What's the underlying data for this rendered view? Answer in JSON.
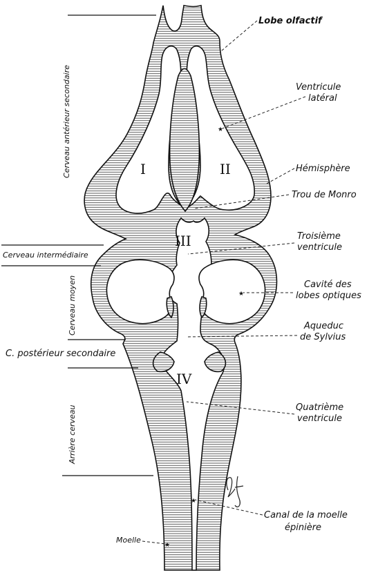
{
  "figure": {
    "labels": {
      "lobe_olfactif": "Lobe olfactif",
      "ventricule_lateral_1": "Ventricule",
      "ventricule_lateral_2": "latéral",
      "hemisphere": "Hémisphère",
      "trou_de_monro": "Trou de Monro",
      "troisieme_ventricule_1": "Troisième",
      "troisieme_ventricule_2": "ventricule",
      "cavite_lobes_optiques_1": "Cavité des",
      "cavite_lobes_optiques_2": "lobes optiques",
      "aqueduc_1": "Aqueduc",
      "aqueduc_2": "de Sylvius",
      "quatrieme_ventricule_1": "Quatrième",
      "quatrieme_ventricule_2": "ventricule",
      "canal_moelle_1": "Canal de la moelle",
      "canal_moelle_2": "épinière",
      "moelle": "Moelle"
    },
    "roman_numerals": {
      "I": "I",
      "II": "II",
      "III": "III",
      "IV": "IV"
    },
    "regions": {
      "cerveau_anterieur": "Cerveau antérieur secondaire",
      "cerveau_intermediaire": "Cerveau intermédiaire",
      "cerveau_moyen": "Cerveau moyen",
      "posterieur_secondaire": "C. postérieur secondaire",
      "arriere_cerveau": "Arrière cerveau"
    },
    "signature": "LJ"
  }
}
